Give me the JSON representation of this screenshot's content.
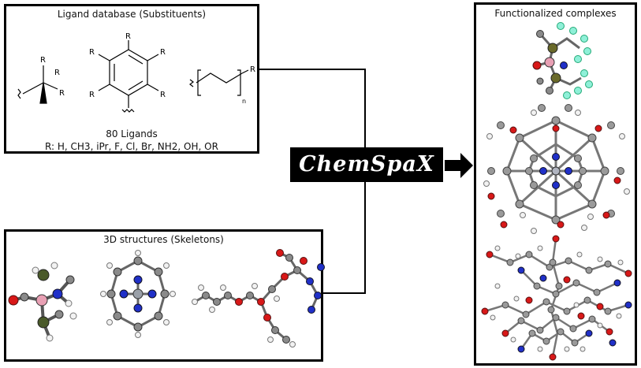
{
  "ligand_panel": {
    "title": "Ligand database (Substituents)",
    "count_label": "80 Ligands",
    "substituents_label": "R: H, CH3, iPr, F, Cl, Br, NH2, OH, OR",
    "r_label": "R",
    "n_label": "n"
  },
  "skeleton_panel": {
    "title": "3D structures (Skeletons)"
  },
  "center": {
    "label": "ChemSpaX"
  },
  "complex_panel": {
    "title": "Functionalized complexes"
  },
  "colors": {
    "carbon": "#8a8a8a",
    "hydrogen": "#f2f2f2",
    "oxygen": "#d81818",
    "nitrogen": "#2030c8",
    "metal": "#e8a0b4",
    "fluorine": "#8ff0d8",
    "phosphorus": "#4a5a2a"
  }
}
